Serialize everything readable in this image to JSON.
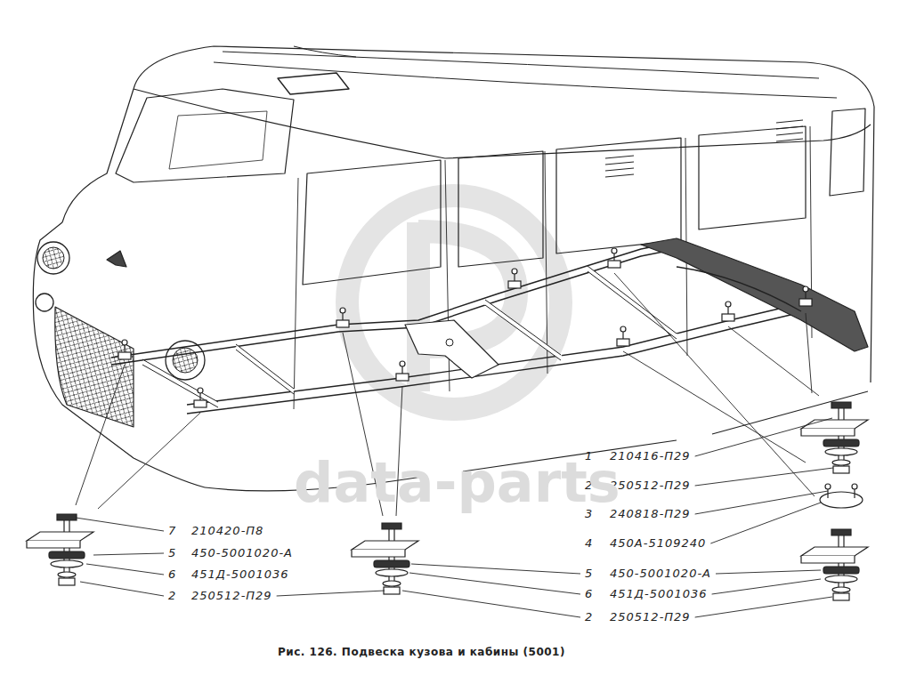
{
  "diagram": {
    "caption": "Рис. 126. Подвеска кузова и кабины (5001)",
    "labels": [
      "7",
      "210420-П8",
      "5",
      "450-5001020-А",
      "6",
      "451Д-5001036",
      "2",
      "250512-П29",
      "1",
      "210416-П29",
      "2",
      "250512-П29",
      "3",
      "240818-П29",
      "4",
      "450А-5109240",
      "5",
      "450-5001020-А",
      "6",
      "451Д-5001036",
      "2",
      "250512-П29",
      "data-parts"
    ]
  }
}
